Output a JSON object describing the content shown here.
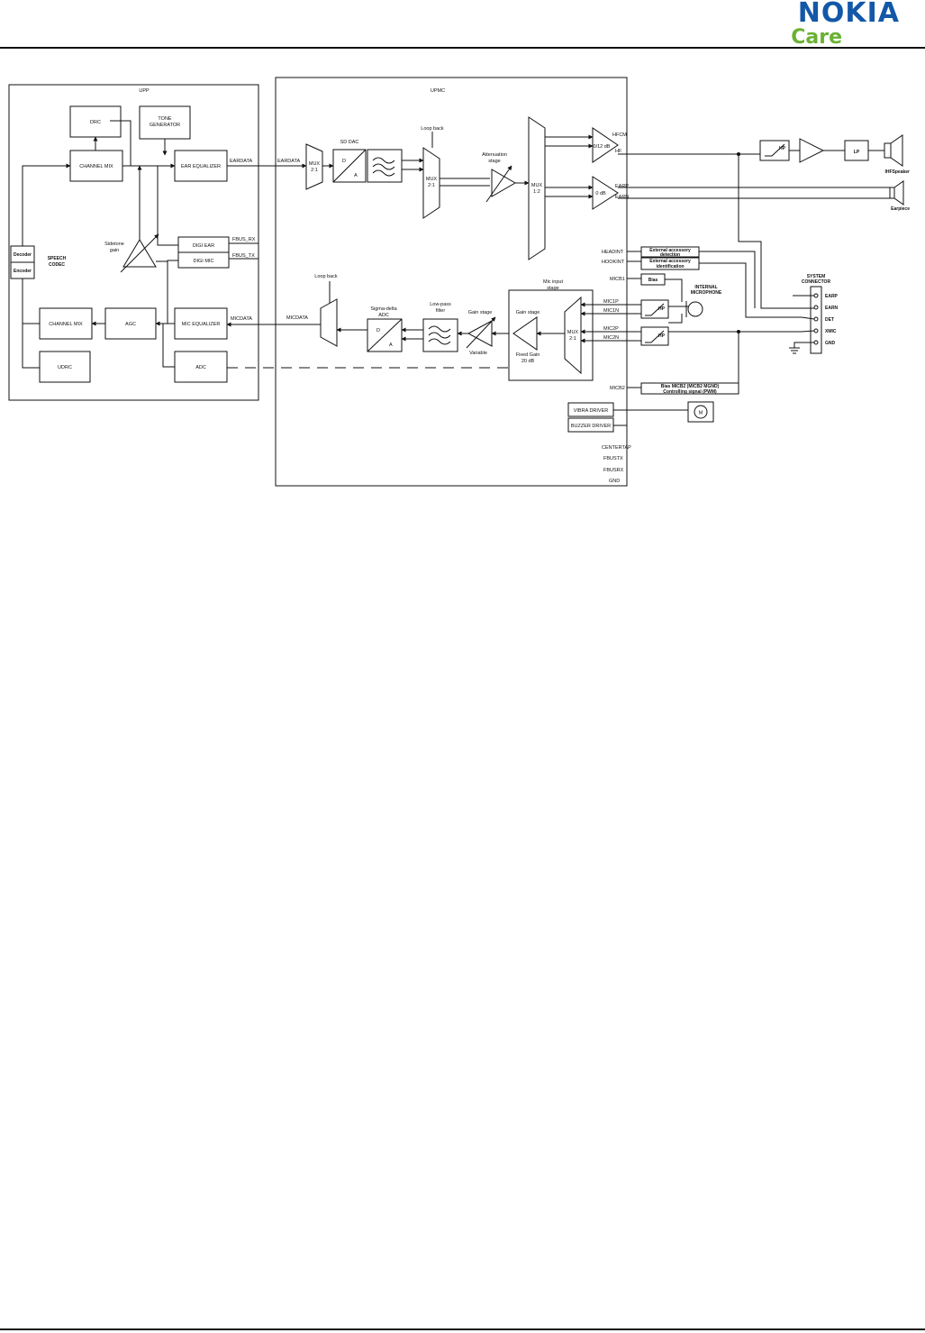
{
  "header": {
    "brand": "NOKIA",
    "sub_brand": "Care"
  },
  "diagram": {
    "upp_title": "UPP",
    "upp_blocks": {
      "drc": "DRC",
      "tone_gen_1": "TONE",
      "tone_gen_2": "GENERATOR",
      "dr_channel_mix_top": "CHANNEL MIX",
      "ear_equalizer": "EAR EQUALIZER",
      "sidetone_1": "Sidetone",
      "sidetone_2": "gain",
      "digi_ear": "DIGI EAR",
      "digi_mic": "DIGI MIC",
      "decoder": "Decoder",
      "encoder": "Encoder",
      "speech_codec_1": "SPEECH",
      "speech_codec_2": "CODEC",
      "channel_mix_bottom": "CHANNEL MIX",
      "agc": "AGC",
      "mic_equalizer": "MIC EQUALIZER",
      "udrc": "UDRC",
      "adc": "ADC"
    },
    "upp_signals": {
      "eardata_out": "EARDATA",
      "fbus_rx": "FBUS_RX",
      "fbus_tx": "FBUS_TX",
      "micdata_in": "MICDATA"
    },
    "upmc_title": "UPMC",
    "upmc_blocks": {
      "eardata_in": "EARDATA",
      "mux_in_1": "MUX",
      "mux_in_2": "2:1",
      "sd_dac": "SD DAC",
      "dac_d": "D",
      "dac_a": "A",
      "loop_back_top": "Loop back",
      "mux_mid_1": "MUX",
      "mux_mid_2": "2:1",
      "attenuation_1": "Attenuation",
      "attenuation_2": "stage",
      "mux_out_1": "MUX",
      "mux_out_2": "1:2",
      "hf_out": "HFCM",
      "gain_out_1": "0/12 dB",
      "hf_label": "HF",
      "gain_out_2": "0 dB",
      "earp": "EARP",
      "earn": "EARN",
      "micdata_out": "MICDATA",
      "loop_back_bottom": "Loop back",
      "sd_adc_1": "Sigma-delta",
      "sd_adc_2": "ADC",
      "adc_d": "D",
      "adc_a": "A",
      "lp_filter_1": "Low-pass",
      "lp_filter_2": "filter",
      "gain_stage_var": "Gain stage",
      "variable": "Variable",
      "mic_input_1": "Mic input",
      "mic_input_2": "stage",
      "gain_stage_fixed": "Gain stage",
      "fixed_gain_1": "Fixed Gain",
      "fixed_gain_2": "20 dB",
      "mux_mic_1": "MUX",
      "mux_mic_2": "2:1",
      "vibra_driver": "VIBRA DRIVER",
      "buzzer_driver": "BUZZER DRIVER"
    },
    "upmc_pins": {
      "hookint_1": "HEADINT",
      "hookint_2": "HOOKINT",
      "micb1": "MICB1",
      "mic1p": "MIC1P",
      "mic1n": "MIC1N",
      "mic2p": "MIC2P",
      "mic2n": "MIC2N",
      "micb2": "MICB2",
      "centertap": "CENTERTAP",
      "fbustx": "FBUSTX",
      "fbusrx": "FBUSRX",
      "gnd": "GND"
    },
    "external": {
      "ihf_speaker": "IHFSpeaker",
      "earpiece": "Earpiece",
      "lp": "LP",
      "hp": "HP",
      "ext_accessory_1": "External accessory",
      "ext_accessory_1b": "detection",
      "ext_accessory_2": "External accessory",
      "ext_accessory_2b": "identification",
      "bias": "Bias",
      "internal_mic_1": "INTERNAL",
      "internal_mic_2": "MICROPHONE",
      "system_connector_1": "SYSTEM",
      "system_connector_2": "CONNECTOR",
      "pin_earp": "EARP",
      "pin_earn": "EARN",
      "pin_xmic": "XMIC",
      "pin_gnd": "GND",
      "pin_det": "DET",
      "bias_control": "Bias MICB2 (MICB2 MGND)",
      "controlling_signal": "Controlling signal (PWM)",
      "motor": "M"
    }
  }
}
